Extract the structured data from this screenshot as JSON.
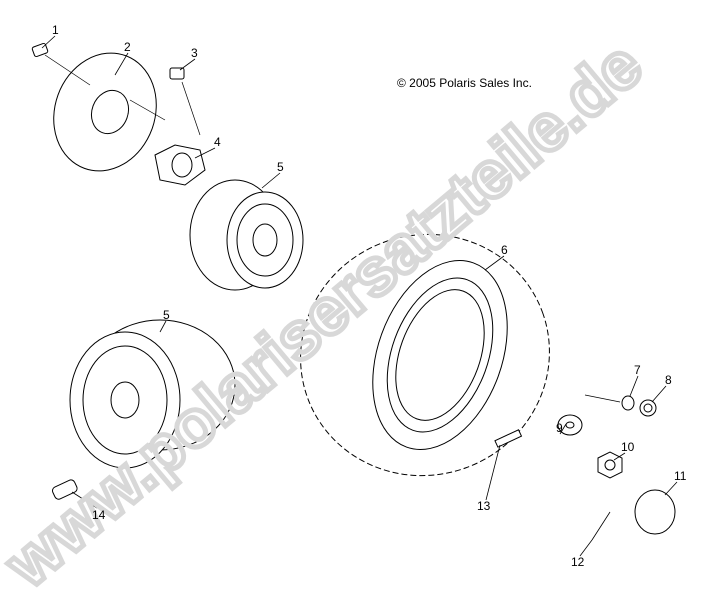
{
  "copyright": "© 2005 Polaris Sales Inc.",
  "watermark": "www.polarisersatzteile.de",
  "callouts": [
    "1",
    "2",
    "3",
    "4",
    "5",
    "5",
    "6",
    "7",
    "8",
    "9",
    "10",
    "11",
    "12",
    "13",
    "14"
  ]
}
